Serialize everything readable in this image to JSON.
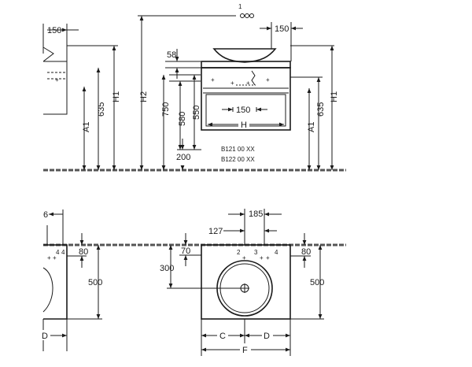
{
  "top": {
    "marker_1": "1",
    "dim_150_left": "150",
    "dim_150_right": "150",
    "dim_58": "58",
    "dim_H2": "H2",
    "dim_750": "750",
    "dim_550": "550",
    "dim_580": "580",
    "dim_635_left": "635",
    "dim_635_right": "635",
    "dim_H1_left": "H1",
    "dim_H1_right": "H1",
    "dim_A1_left": "A1",
    "dim_A1_right": "A1",
    "dim_200": "200",
    "dim_150_center": "150",
    "dim_H": "H",
    "product_1": "B121 00 XX",
    "product_2": "B122 00 XX"
  },
  "bottom": {
    "dim_6_cut": "6",
    "dim_185": "185",
    "dim_127": "127",
    "dim_80_left": "80",
    "dim_70": "70",
    "dim_80_right": "80",
    "dim_300": "300",
    "dim_500_left": "500",
    "dim_500_right": "500",
    "marker_2": "2",
    "marker_3": "3",
    "marker_4_left": "4",
    "marker_4_right": "4",
    "dim_C": "C",
    "dim_D_left": "D",
    "dim_D_right": "D",
    "dim_F": "F"
  }
}
